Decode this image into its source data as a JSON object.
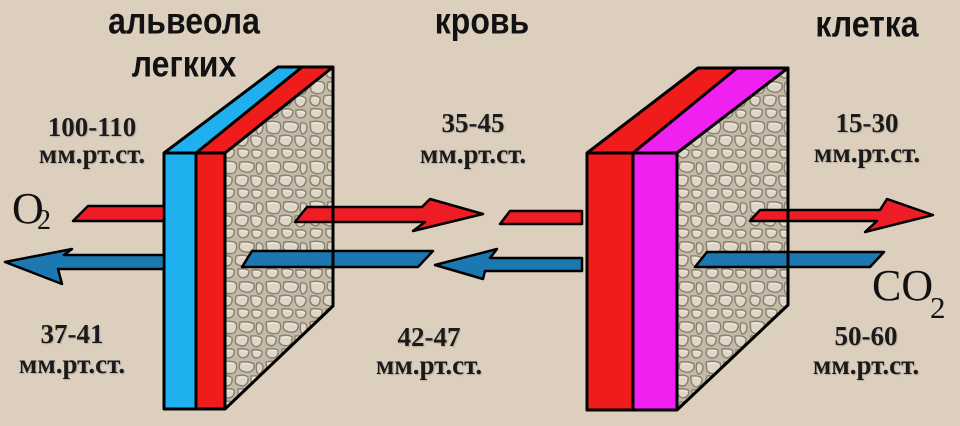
{
  "labels": {
    "alveola_line1": "альвеола",
    "alveola_line2": "легких",
    "blood": "кровь",
    "cell": "клетка"
  },
  "pressures": {
    "alveola_o2": {
      "value": "100-110",
      "unit": "мм.рт.ст."
    },
    "blood_o2": {
      "value": "35-45",
      "unit": "мм.рт.ст."
    },
    "cell_o2": {
      "value": "15-30",
      "unit": "мм.рт.ст."
    },
    "alveola_co2": {
      "value": "37-41",
      "unit": "мм.рт.ст."
    },
    "blood_co2": {
      "value": "42-47",
      "unit": "мм.рт.ст."
    },
    "cell_co2": {
      "value": "50-60",
      "unit": "мм.рт.ст."
    }
  },
  "gases": {
    "o2": {
      "symbol": "O",
      "subscript": "2",
      "arrow_direction": "right"
    },
    "co2": {
      "symbol": "CO",
      "subscript": "2",
      "arrow_direction": "left"
    }
  },
  "colors": {
    "background": "#dccfbe",
    "alveola_band": "#1fb0f0",
    "capillary_band": "#f01c1c",
    "cell_membrane_band": "#f020f0",
    "o2_arrow": "#ee1c24",
    "co2_arrow": "#1c78b0",
    "outline": "#000000"
  }
}
